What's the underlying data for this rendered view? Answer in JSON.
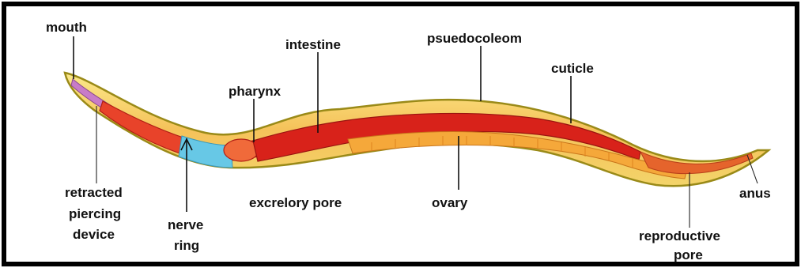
{
  "labels": {
    "mouth": "mouth",
    "intestine": "intestine",
    "psuedocoleom": "psuedocoleom",
    "pharynx": "pharynx",
    "cuticle": "cuticle",
    "retracted_1": "retracted",
    "retracted_2": "piercing",
    "retracted_3": "device",
    "nerve_1": "nerve",
    "nerve_2": "ring",
    "excretory_pore": "excrelory pore",
    "ovary": "ovary",
    "anus": "anus",
    "reproductive_1": "reproductive",
    "reproductive_2": "pore"
  },
  "colors": {
    "body_outline": "#9a8a18",
    "cuticle": "#f6e27a",
    "tissue": "#f2a045",
    "intestine": "#d8221a",
    "ovary": "#f5a83a",
    "nerve_ring": "#67c8e6",
    "piercing": "#c87cc8"
  }
}
